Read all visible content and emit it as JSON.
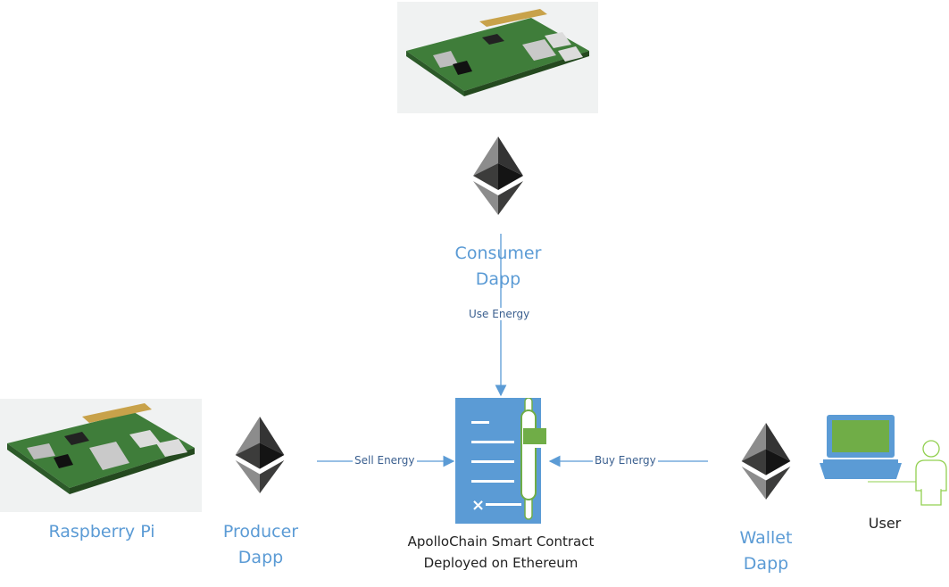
{
  "nodes": {
    "raspberry_pi": {
      "label": "Raspberry Pi"
    },
    "producer": {
      "label": "Producer\nDapp"
    },
    "consumer": {
      "label": "Consumer\nDapp"
    },
    "wallet": {
      "label": "Wallet\nDapp"
    },
    "contract": {
      "label": "ApolloChain Smart Contract\nDeployed on Ethereum"
    },
    "user": {
      "label": "User"
    }
  },
  "edges": {
    "use_energy": "Use Energy",
    "sell_energy": "Sell Energy",
    "buy_energy": "Buy Energy"
  },
  "colors": {
    "label_blue": "#5b9bd5",
    "arrow_blue": "#5b9bd5",
    "contract_blue": "#5b9bd5",
    "accent_green": "#70ad47",
    "user_green": "#92d050"
  },
  "icons": [
    "raspberry-pi-board-image",
    "ethereum-logo-icon",
    "smart-contract-document-icon",
    "laptop-icon",
    "user-person-icon"
  ]
}
